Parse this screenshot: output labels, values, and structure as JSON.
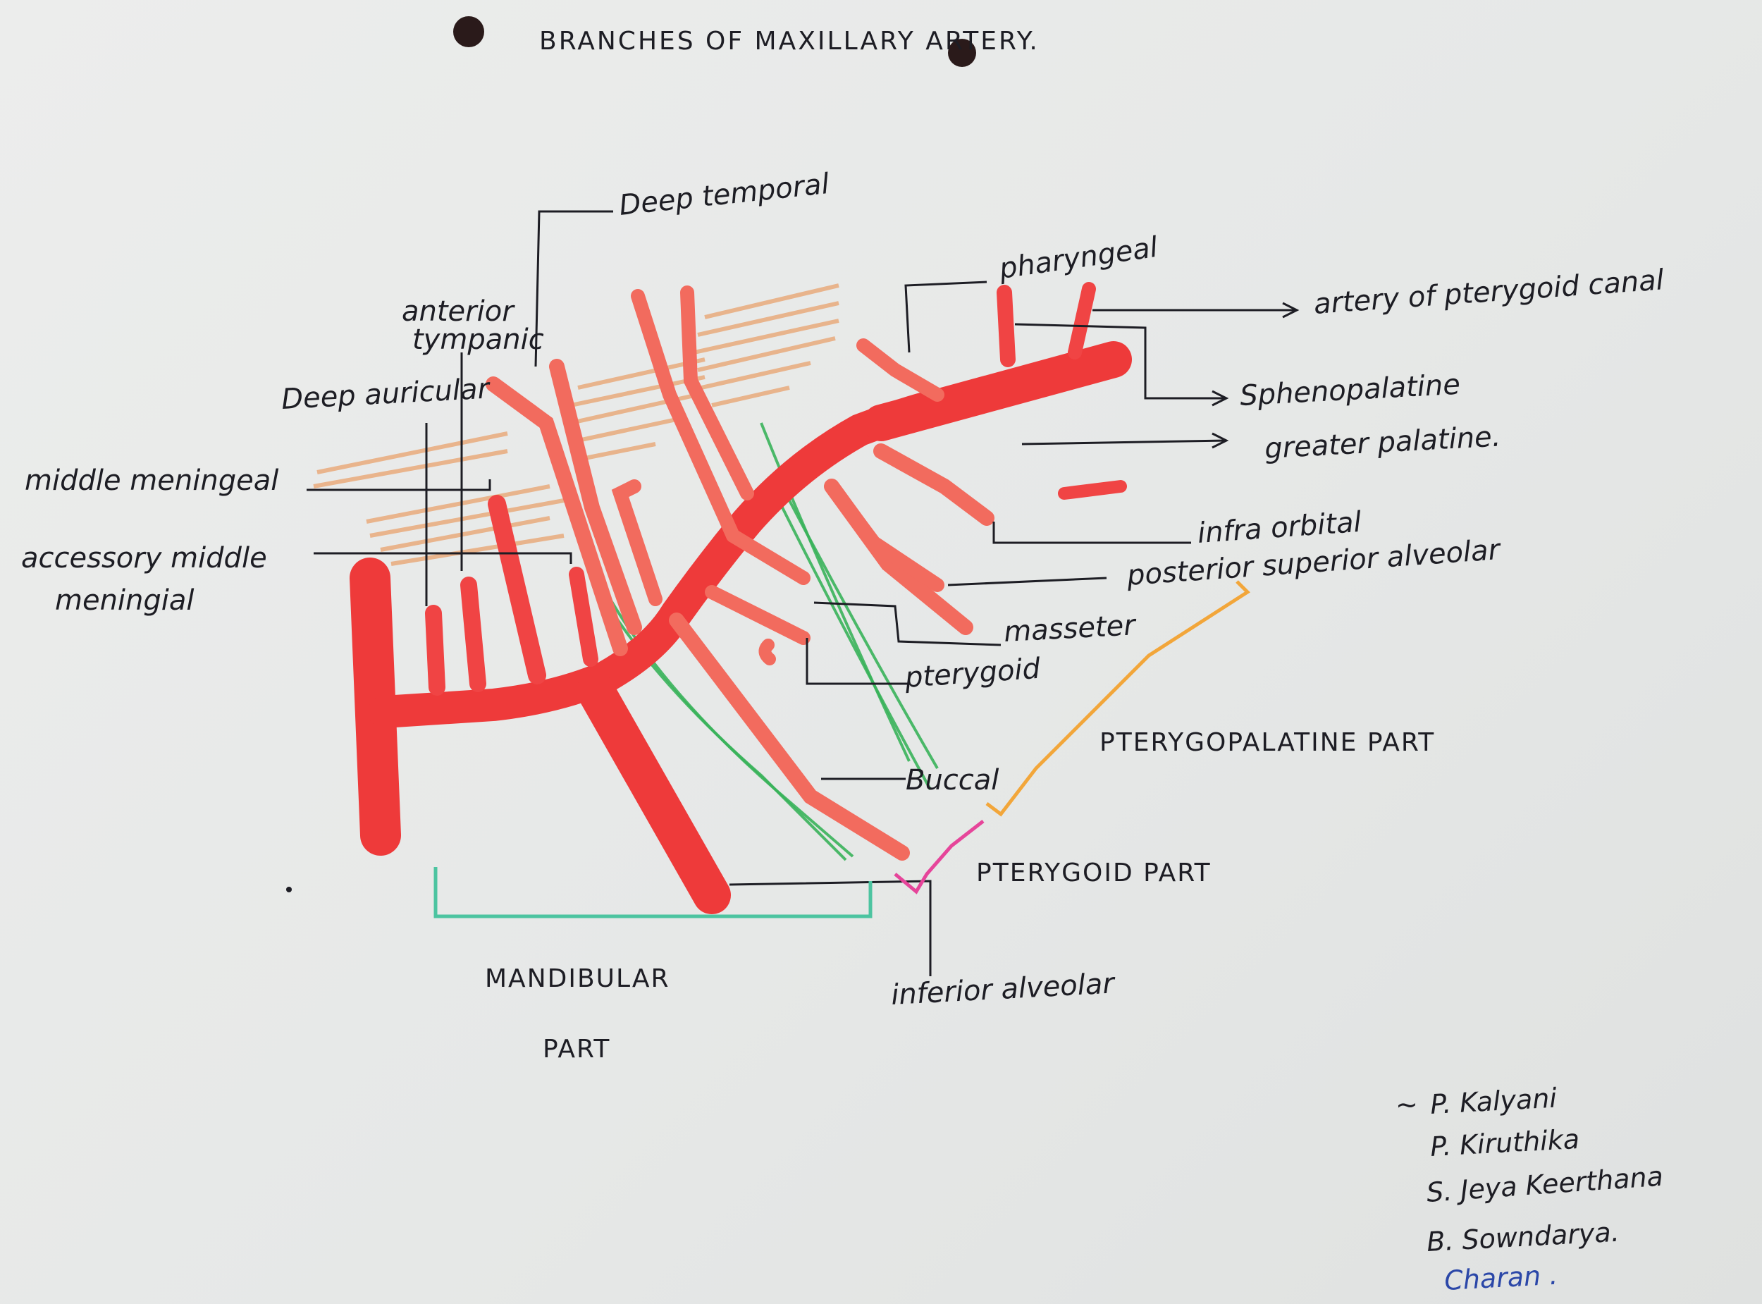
{
  "title": "BRANCHES OF MAXILLARY ARTERY.",
  "colors": {
    "artery": "#ee3a3a",
    "artery_light": "#f26b5e",
    "muscle_hatch": "#e9a26e",
    "nerve": "#39b25a",
    "mandibular_bracket": "#4cc4a0",
    "pterygoid_bracket": "#e6459a",
    "pterygopalatine_bracket": "#f2a63a",
    "ink": "#1d1d24",
    "signature_blue": "#2b47a8"
  },
  "labels": {
    "deep_temporal": "Deep temporal",
    "anterior_tympanic_line1": "anterior",
    "anterior_tympanic_line2": "tympanic",
    "deep_auricular": "Deep auricular",
    "middle_meningeal": "middle meningeal",
    "accessory_middle_meningeal_line1": "accessory middle",
    "accessory_middle_meningeal_line2": "meningial",
    "pharyngeal": "pharyngeal",
    "artery_of_pterygoid_canal": "artery of pterygoid canal",
    "sphenopalatine": "Sphenopalatine",
    "greater_palatine": "greater palatine.",
    "infraorbital": "infra orbital",
    "posterior_superior_alveolar": "posterior superior alveolar",
    "masseter": "masseter",
    "pterygoid": "pterygoid",
    "buccal": "Buccal",
    "inferior_alveolar": "inferior alveolar"
  },
  "parts": {
    "pterygopalatine": "PTERYGOPALATINE PART",
    "pterygoid": "PTERYGOID PART",
    "mandibular_line1": "MANDIBULAR",
    "mandibular_line2": "PART"
  },
  "signatures": {
    "name1": "P. Kalyani",
    "name2": "P. Kiruthika",
    "name3": "S. Jeya Keerthana",
    "name4": "B. Sowndarya.",
    "name5": "Charan ."
  }
}
